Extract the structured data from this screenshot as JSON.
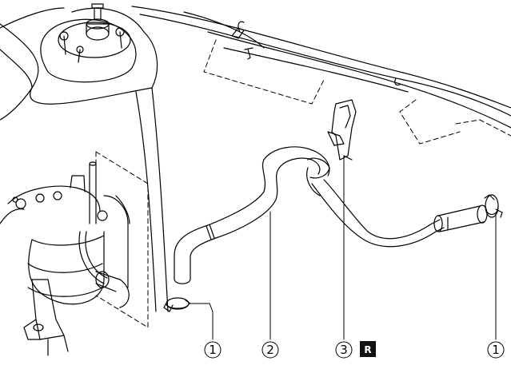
{
  "callouts": [
    {
      "number": "1"
    },
    {
      "number": "2"
    },
    {
      "number": "3"
    },
    {
      "number": "1"
    }
  ],
  "replace_badge": "R",
  "colors": {
    "line": "#000000",
    "background": "#ffffff",
    "badge": "#111111"
  }
}
